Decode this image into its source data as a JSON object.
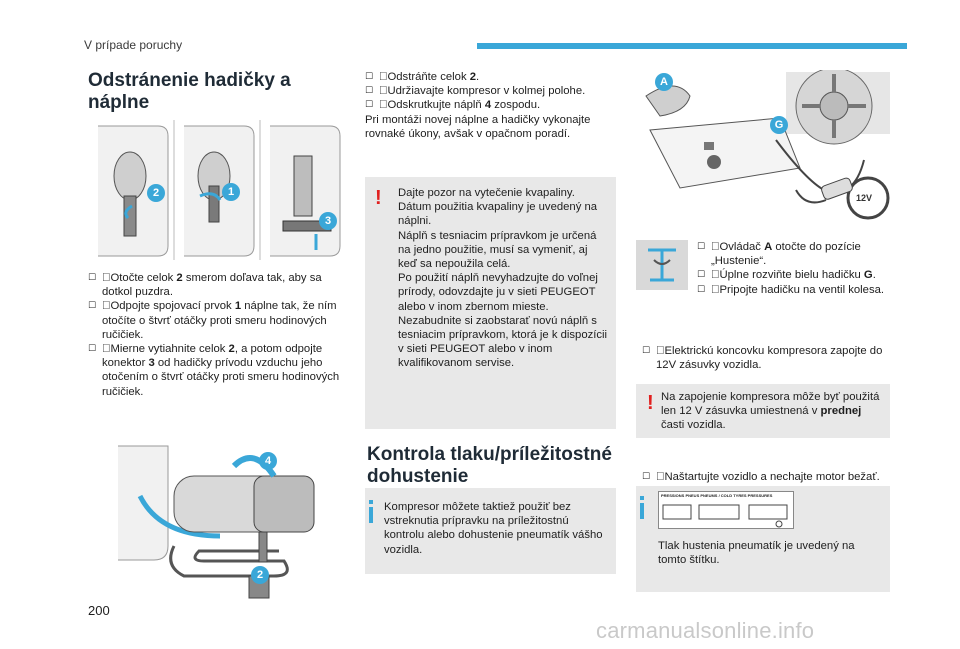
{
  "header": {
    "section_title": "V prípade poruchy"
  },
  "page_number": "200",
  "watermark": "carmanualsonline.info",
  "col1": {
    "heading": "Odstránenie hadičky a náplne",
    "illus1_badges": [
      "2",
      "1",
      "3"
    ],
    "steps": [
      {
        "pre": "Otočte celok ",
        "bold": "2",
        "post": " smerom doľava tak, aby sa dotkol puzdra."
      },
      {
        "pre": "Odpojte spojovací prvok ",
        "bold": "1",
        "post": " náplne tak, že ním otočíte o štvrť otáčky proti smeru hodinových ručičiek."
      },
      {
        "pre": "Mierne vytiahnite celok ",
        "bold": "2",
        "post": ", a potom odpojte konektor ",
        "bold2": "3",
        "post2": " od hadičky prívodu vzduchu jeho otočením o štvrť otáčky proti smeru hodinových ručičiek."
      }
    ],
    "illus2_badges": [
      "4",
      "2"
    ]
  },
  "col2": {
    "steps": [
      {
        "pre": "Odstráňte celok ",
        "bold": "2",
        "post": "."
      },
      {
        "pre": "Udržiavajte kompresor v kolmej polohe.",
        "bold": "",
        "post": ""
      },
      {
        "pre": "Odskrutkujte náplň ",
        "bold": "4",
        "post": " zospodu."
      }
    ],
    "after_steps": "Pri montáži novej náplne a hadičky vykonajte rovnaké úkony, avšak v opačnom poradí.",
    "warning": "Dajte pozor na vytečenie kvapaliny.\nDátum použitia kvapaliny je uvedený na náplni.\nNáplň s tesniacim prípravkom je určená na jedno použitie, musí sa vymeniť, aj keď sa nepoužila celá.\nPo použití náplň nevyhadzujte do voľnej prírody, odovzdajte ju v sieti PEUGEOT alebo v inom zbernom mieste.\nNezabudnite si zaobstarať novú náplň s tesniacim prípravkom, ktorá je k dispozícii v sieti PEUGEOT alebo v inom kvalifikovanom servise.",
    "heading2": "Kontrola tlaku/príležitostné dohustenie",
    "info": "Kompresor môžete taktiež použiť bez vstreknutia prípravku na príležitostnú kontrolu alebo dohustenie pneumatík vášho vozidla."
  },
  "col3": {
    "illus_badges": [
      "A",
      "G"
    ],
    "socket_label": "12V",
    "steps1": [
      {
        "pre": "Ovládač ",
        "bold": "A",
        "post": " otočte do pozície „Hustenie“."
      },
      {
        "pre": "Úplne rozviňte bielu hadičku ",
        "bold": "G",
        "post": "."
      },
      {
        "pre": "Pripojte hadičku na ventil kolesa.",
        "bold": "",
        "post": ""
      }
    ],
    "step2": "Elektrickú koncovku kompresora zapojte do 12V zásuvky vozidla.",
    "warning_pre": "Na zapojenie kompresora môže byť použitá len 12 V zásuvka umiestnená v ",
    "warning_bold": "prednej",
    "warning_post": " časti vozidla.",
    "step3": "Naštartujte vozidlo a nechajte motor bežať.",
    "label_text": "PRESSIONS PNEUS PNEUMS / COLD TYRES PRESSURES",
    "info": "Tlak hustenia pneumatík je uvedený na tomto štítku."
  },
  "colors": {
    "accent": "#3aa7d8",
    "warning": "#e1201f",
    "box": "#e8e8e8"
  }
}
